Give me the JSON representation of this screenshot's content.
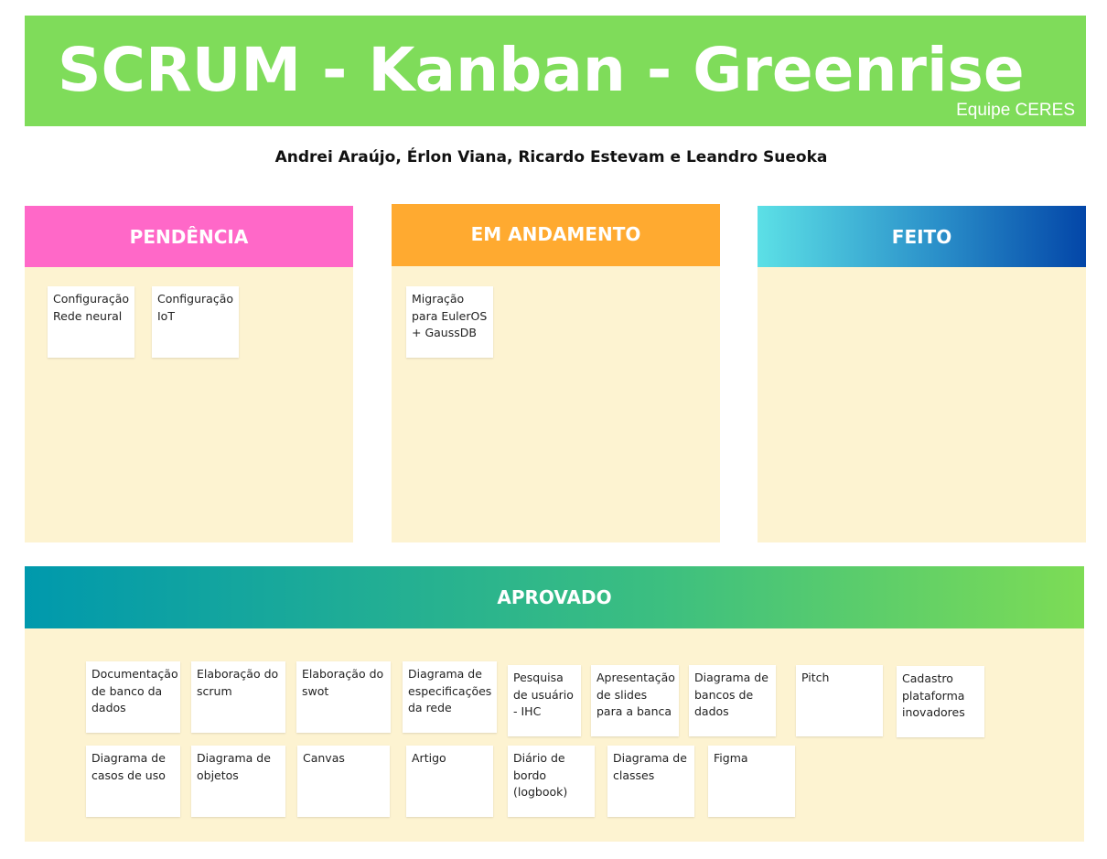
{
  "header": {
    "title": "SCRUM - Kanban - Greenrise",
    "team": "Equipe CERES",
    "authors": "Andrei Araújo, Érlon Viana, Ricardo Estevam e Leandro Sueoka"
  },
  "colors": {
    "banner": "#7fdc5a",
    "board_background": "#fdf3d1",
    "pendencia": "#ff68c8",
    "em_andamento": "#ffaa30",
    "feito_gradient": [
      "#5ce0e6",
      "#0346a8"
    ],
    "aprovado_gradient": [
      "#0099ad",
      "#7ddc55"
    ]
  },
  "columns": {
    "pendencia": {
      "title": "PENDÊNCIA",
      "notes": [
        "Configuração Rede neural",
        "Configuração IoT"
      ]
    },
    "em_andamento": {
      "title": "EM ANDAMENTO",
      "notes": [
        "Migração para EulerOS + GaussDB"
      ]
    },
    "feito": {
      "title": "FEITO",
      "notes": []
    },
    "aprovado": {
      "title": "APROVADO",
      "notes": [
        "Documentação de banco da dados",
        "Elaboração do scrum",
        "Elaboração do swot",
        "Diagrama de especificações da rede",
        "Pesquisa de usuário - IHC",
        "Apresentação de slides para a banca",
        "Diagrama de bancos de dados",
        "Pitch",
        "Cadastro plataforma inovadores",
        "Diagrama de casos de uso",
        "Diagrama de objetos",
        "Canvas",
        "Artigo",
        "Diário de bordo (logbook)",
        "Diagrama de classes",
        "Figma"
      ]
    }
  }
}
